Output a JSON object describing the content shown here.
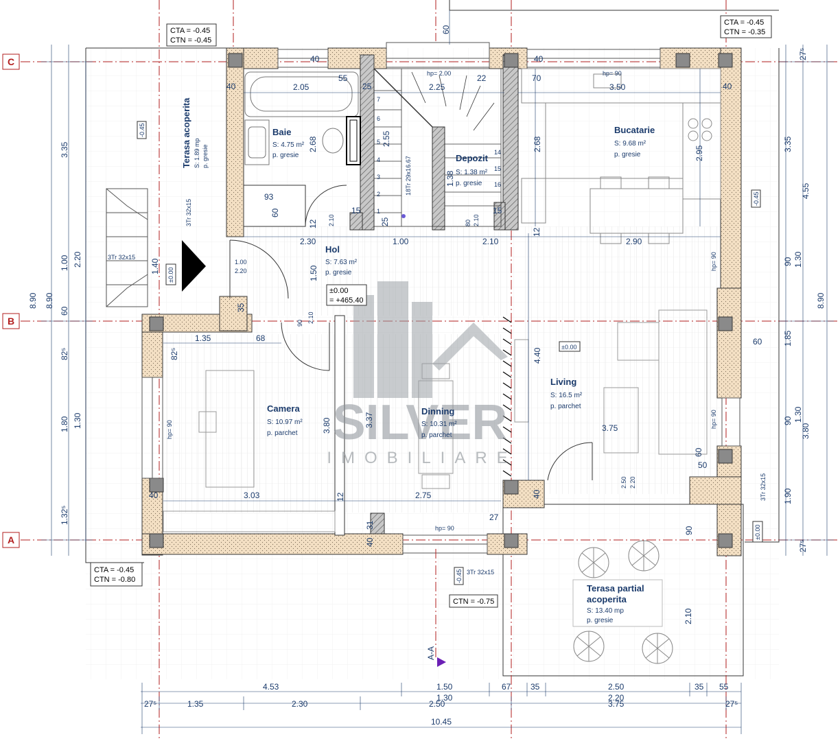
{
  "axes": {
    "c": "C",
    "b": "B",
    "a": "A"
  },
  "level_boxes": {
    "top_left": [
      "CTA = -0.45",
      "CTN = -0.45"
    ],
    "top_right": [
      "CTA = -0.45",
      "CTN = -0.35"
    ],
    "bottom_left": [
      "CTA = -0.45",
      "CTN = -0.80"
    ],
    "ctn_bottom": "CTN = -0.75",
    "level_minus045": "-0.45",
    "level_pm000": "±0.00",
    "origin": [
      "±0.00",
      "= +465.40"
    ]
  },
  "rooms": {
    "baie": {
      "name": "Baie",
      "area": "S: 4.75 m²",
      "floor": "p. gresie"
    },
    "hol": {
      "name": "Hol",
      "area": "S: 7.63 m²",
      "floor": "p. gresie"
    },
    "depozit": {
      "name": "Depozit",
      "area": "S: 1.38 m²",
      "floor": "p. gresie"
    },
    "bucatarie": {
      "name": "Bucatarie",
      "area": "S: 9.68 m²",
      "floor": "p. gresie"
    },
    "camera": {
      "name": "Camera",
      "area": "S: 10.97 m²",
      "floor": "p. parchet"
    },
    "dinning": {
      "name": "Dinning",
      "area": "S: 10.31 m²",
      "floor": "p. parchet"
    },
    "living": {
      "name": "Living",
      "area": "S: 16.5 m²",
      "floor": "p. parchet"
    },
    "terasa_acoperita": {
      "name": "Terasa acoperita",
      "area": "S: 1.89 mp",
      "floor": "p. gresie"
    },
    "terasa_partial": {
      "name1": "Terasa partial",
      "name2": "acoperita",
      "area": "S: 13.40 mp",
      "floor": "p. gresie"
    }
  },
  "stairs": {
    "label": "18Tr 29x16.67",
    "steps_3tr": "3Tr 32x15",
    "hp200": "hp= 2.00",
    "hp90": "hp= 90"
  },
  "section": "A-A",
  "watermark": {
    "brand": "SILVER",
    "sub": "IMOBILIARE"
  },
  "interior_dims": {
    "d205": "2.05",
    "d55": "55",
    "d25": "25",
    "d225": "2.25",
    "d22": "22",
    "d70": "70",
    "d350": "3.50",
    "d40": "40",
    "d268a": "2.68",
    "d255": "2.55",
    "d268b": "2.68",
    "d295": "2.95",
    "d138": "1.38",
    "d93": "93",
    "d60": "60",
    "d15": "15",
    "d12": "12",
    "d210": "2.10",
    "d80": "80",
    "d230": "2.30",
    "d100": "1.00",
    "d2_10": "2.10",
    "d290": "2.90",
    "d150": "1.50",
    "d135": "1.35",
    "d68": "68",
    "d825": "82⁵",
    "d440": "4.40",
    "d380": "3.80",
    "d337": "3.37",
    "d375": "3.75",
    "d303": "3.03",
    "d275": "2.75",
    "d27": "27",
    "d31": "31",
    "d50": "50",
    "d90": "90",
    "d220": "2.20",
    "d250": "2.50",
    "d140": "1.40",
    "d35": "35",
    "d1_00": "1.00",
    "d2_20": "2.20",
    "d2_10v": "2.10"
  },
  "left_dims": [
    "3.35",
    "1.00",
    "2.20",
    "60",
    "82⁵",
    "1.80",
    "1.30",
    "1.32⁵",
    "8.90",
    "8.90"
  ],
  "right_dims": [
    "27⁵",
    "3.35",
    "4.55",
    "90",
    "1.30",
    "1.85",
    "90",
    "1.30",
    "3.80",
    "1.90",
    "27⁵",
    "8.90",
    "60"
  ],
  "bottom_dims": {
    "row1": [
      "4.53",
      "1.50",
      "67",
      "35",
      "2.50",
      "35",
      "55"
    ],
    "row2": [
      "27⁵",
      "1.35",
      "2.30",
      "2.50",
      "1.30",
      "3.75",
      "2.20",
      "27⁵"
    ],
    "total": "10.45"
  },
  "top_dim": "60"
}
